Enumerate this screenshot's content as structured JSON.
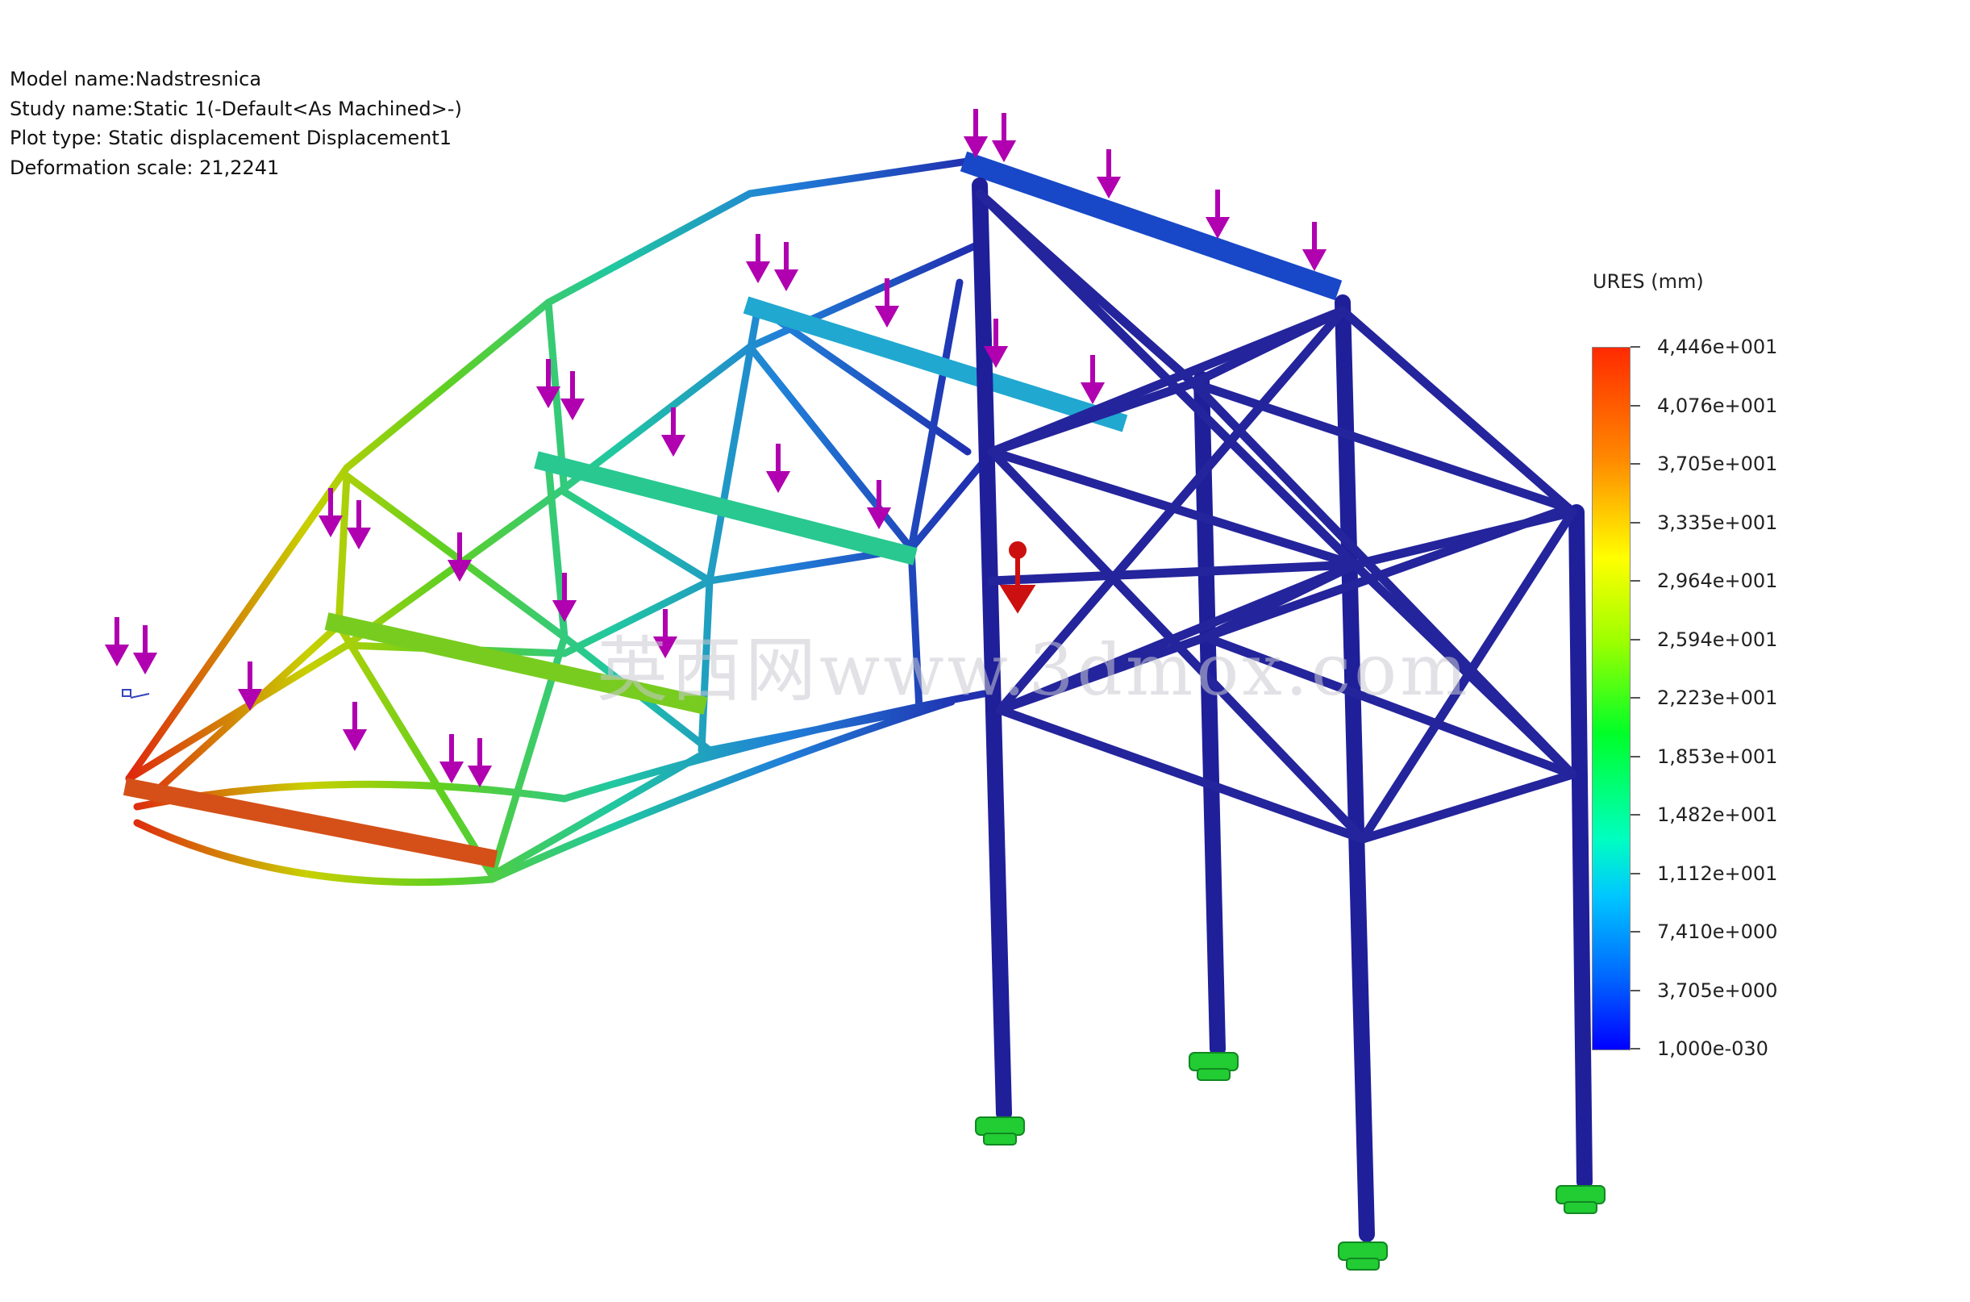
{
  "info": {
    "model_name": "Model name:Nadstresnica",
    "study_name": "Study name:Static 1(-Default<As Machined>-)",
    "plot_type": "Plot type: Static displacement Displacement1",
    "deformation_scale": "Deformation scale: 21,2241"
  },
  "legend": {
    "title": "URES (mm)",
    "labels": [
      "4,446e+001",
      "4,076e+001",
      "3,705e+001",
      "3,335e+001",
      "2,964e+001",
      "2,594e+001",
      "2,223e+001",
      "1,853e+001",
      "1,482e+001",
      "1,112e+001",
      "7,410e+000",
      "3,705e+000",
      "1,000e-030"
    ],
    "colors": [
      "#ff2a00",
      "#ff8a00",
      "#ffff00",
      "#9cff00",
      "#00ff28",
      "#00ffc0",
      "#00c8ff",
      "#0064ff",
      "#0000ff"
    ]
  },
  "watermark": "英西网www.3dmox.com",
  "colors": {
    "load_arrow": "#b000b0",
    "fixture": "#22cc33",
    "frame_blue": "#1a1a9a",
    "highlight_arrow": "#cc1010"
  }
}
